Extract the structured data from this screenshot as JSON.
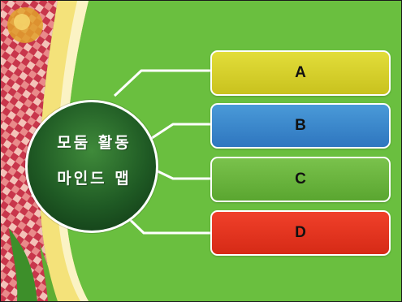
{
  "diagram": {
    "center": {
      "line1": "모둠 활동",
      "line2": "마인드 맵"
    },
    "branches": [
      {
        "label": "A",
        "color": "#d8d22c"
      },
      {
        "label": "B",
        "color": "#3b87cc"
      },
      {
        "label": "C",
        "color": "#69b43d"
      },
      {
        "label": "D",
        "color": "#e4361f"
      }
    ]
  },
  "colors": {
    "background": "#6abf3f",
    "accent_stripe": "#f4e27a",
    "center_fill": "#1f5a24",
    "connector": "#ffffff"
  }
}
